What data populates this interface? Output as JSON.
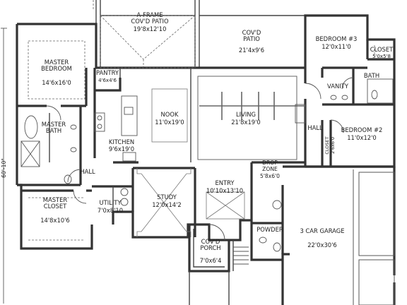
{
  "rooms": {
    "aframe_patio": {
      "name": "A-FRAME COV'D PATIO",
      "size": "19'8x12'10"
    },
    "covd_patio": {
      "name": "COV'D PATIO",
      "size": "21'4x9'6"
    },
    "bedroom3": {
      "name": "BEDROOM #3",
      "size": "12'0x11'0"
    },
    "closet_top": {
      "name": "CLOSET",
      "size": "5'0x5'8"
    },
    "bath": {
      "name": "BATH"
    },
    "vanity": {
      "name": "VANITY"
    },
    "master_bedroom": {
      "name": "MASTER BEDROOM",
      "size": "14'6x16'0"
    },
    "pantry": {
      "name": "PANTRY",
      "size": "4'6x4'6"
    },
    "nook": {
      "name": "NOOK",
      "size": "11'0x19'0"
    },
    "living": {
      "name": "LIVING",
      "size": "21'8x19'0"
    },
    "master_bath": {
      "name": "MASTER BATH"
    },
    "kitchen": {
      "name": "KITCHEN",
      "size": "9'6x19'0"
    },
    "hall_right": {
      "name": "HALL"
    },
    "bedroom2": {
      "name": "BEDROOM #2",
      "size": "11'0x12'0"
    },
    "closet_vertical": {
      "name": "CLOSET",
      "size": "2'6x6'0"
    },
    "hall_left": {
      "name": "HALL"
    },
    "drop_zone": {
      "name": "DROP ZONE",
      "size": "5'8x6'0"
    },
    "entry": {
      "name": "ENTRY",
      "size": "10'10x13'10"
    },
    "study": {
      "name": "STUDY",
      "size": "12'0x14'2"
    },
    "utility": {
      "name": "UTILITY",
      "size": "7'0x8'10"
    },
    "master_closet": {
      "name": "MASTER CLOSET",
      "size": "14'8x10'6"
    },
    "powder": {
      "name": "POWDER"
    },
    "garage": {
      "name": "3 CAR GARAGE",
      "size": "22'0x30'6"
    },
    "covd_porch": {
      "name": "COV'D PORCH",
      "size": "7'0x6'4"
    }
  },
  "dimension_label": "60'-10\""
}
